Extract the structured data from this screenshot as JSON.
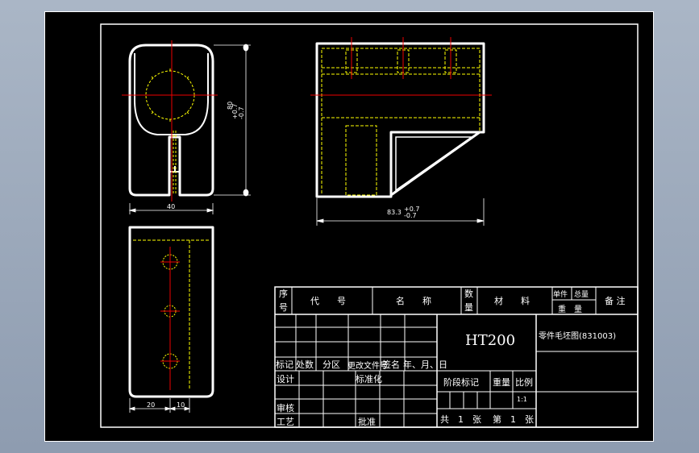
{
  "drawing": {
    "dimensions": {
      "height_a": "80",
      "height_a_tol_up": "+0.7",
      "height_a_tol_dn": "-0.7",
      "width_top": "40",
      "length": "83.3",
      "length_tol_up": "+0.7",
      "length_tol_dn": "-0.7",
      "bottom_left": "20",
      "bottom_right": "10"
    }
  },
  "title_block": {
    "header": {
      "seq_1": "序",
      "seq_2": "号",
      "code": "代　　号",
      "name": "名　　称",
      "qty_1": "数",
      "qty_2": "量",
      "material": "材　　料",
      "unit_w": "单件",
      "total_w": "总量",
      "weight": "重　量",
      "remark": "备 注"
    },
    "material_value": "HT200",
    "drawing_name": "零件毛坯图(831003)",
    "row_labels": {
      "mark": "标记",
      "count": "处数",
      "zone": "分区",
      "doc_no": "更改文件号",
      "sign": "签名",
      "date": "年、月、日"
    },
    "design": "设计",
    "standardize": "标准化",
    "check": "审核",
    "process": "工艺",
    "approve": "批准",
    "stage_mark": "阶段标记",
    "weight": "重量",
    "scale": "比例",
    "scale_value": "1:1",
    "sheets_total": "共　1　张",
    "sheet_no": "第　1　张"
  }
}
